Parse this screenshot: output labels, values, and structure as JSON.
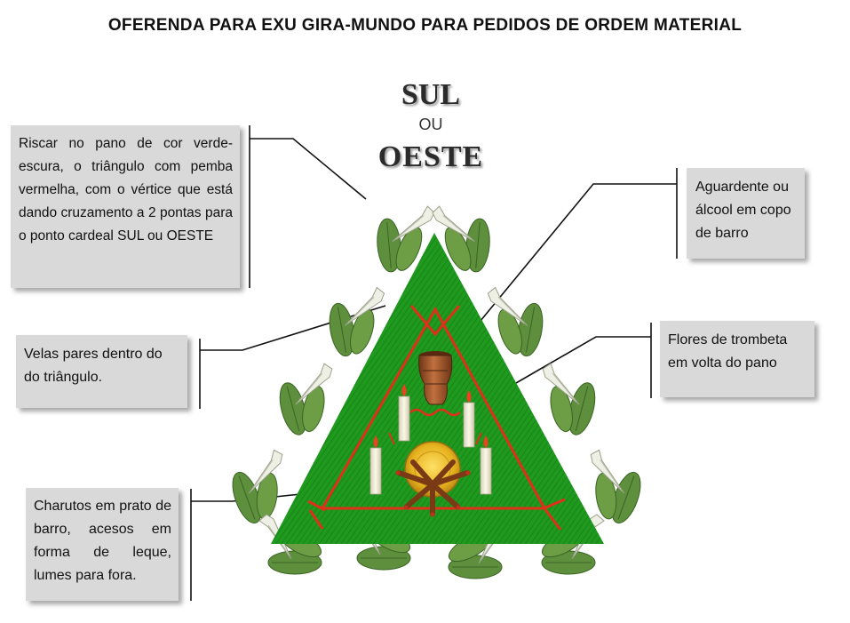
{
  "title": "OFERENDA PARA EXU GIRA-MUNDO PARA PEDIDOS DE ORDEM MATERIAL",
  "directions": {
    "south": "SUL",
    "or": "OU",
    "west": "OESTE"
  },
  "notes": {
    "triangle": "Riscar no pano de cor verde-escura, o triângulo com pemba vermelha, com o vértice que está dando cruzamento a 2 pontas para o ponto cardeal SUL ou OESTE",
    "drink": "Aguardente ou álcool em copo de barro",
    "candles": "Velas pares dentro do do triângulo.",
    "flowers": "Flores de trombeta em volta do pano",
    "cigars": "Charutos em prato de barro, acesos em forma de leque, lumes para fora."
  },
  "colors": {
    "cloth_green": "#1f9a1f",
    "pemba_red": "#e0301a",
    "card_gray": "#d9d9d9",
    "leaf_green": "#5a8a3a",
    "flower_white": "#eef0e6",
    "clay": "#a0522d"
  },
  "icons": [
    "trumpet-flower-icon",
    "candle-icon",
    "clay-cup-icon",
    "clay-plate-icon",
    "cigar-icon"
  ]
}
